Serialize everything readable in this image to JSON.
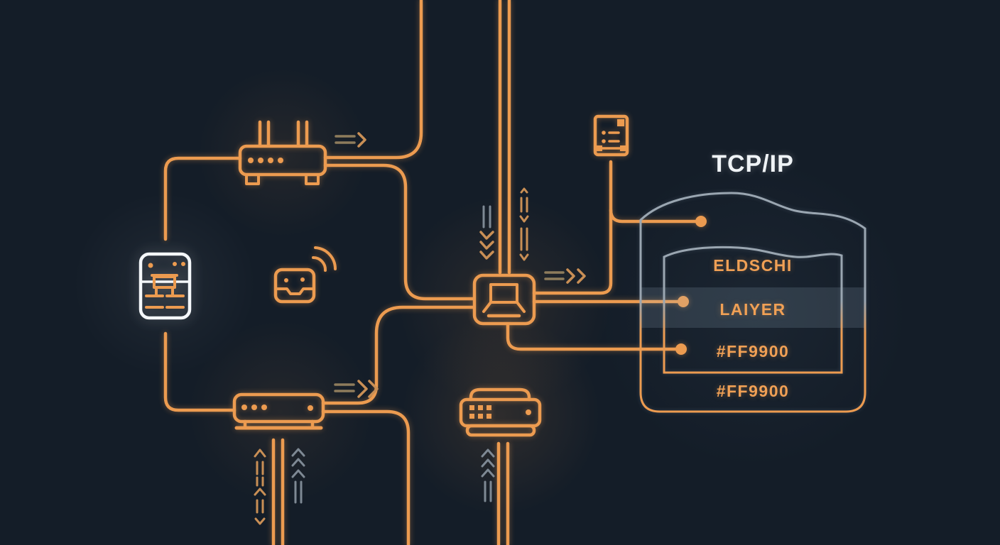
{
  "title": {
    "label": "TCP/IP"
  },
  "panel": {
    "rows": [
      {
        "label": "ELDSCHI"
      },
      {
        "label": "LAIYER"
      },
      {
        "label": "#FF9900"
      }
    ],
    "caption": {
      "label": "#FF9900"
    }
  },
  "colors": {
    "background": "#141d28",
    "accent_orange": "#EC9B50",
    "muted_tan": "#8E7C5C",
    "accent_gray": "#7E8994",
    "panel_line": "#9AA6B1",
    "band_fill": "rgba(170,190,210,0.16)",
    "text_white": "#EFF3F6",
    "text_orange": "#F0A055"
  },
  "icons": [
    "router-icon",
    "server-card-icon",
    "wifi-device-icon",
    "laptop-node-icon",
    "document-icon",
    "switch-icon",
    "printer-icon"
  ]
}
